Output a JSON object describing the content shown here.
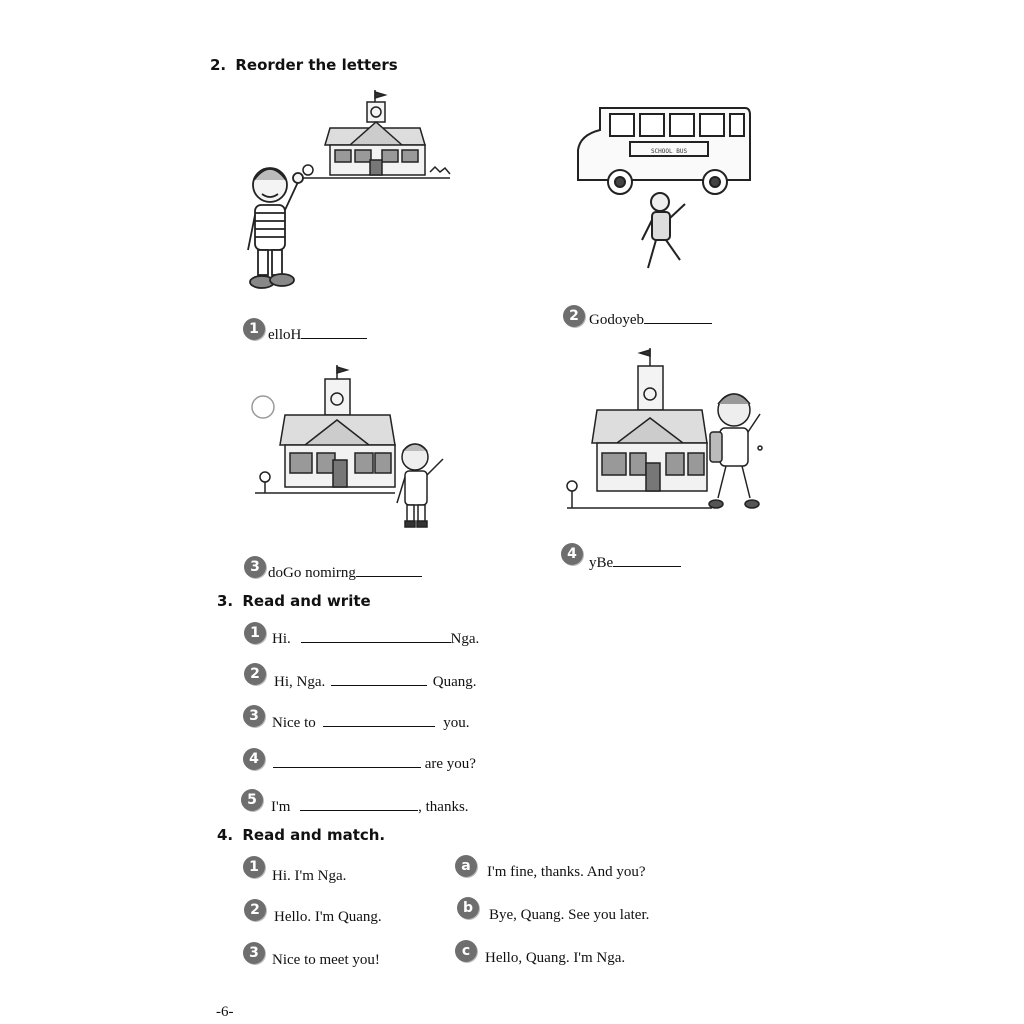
{
  "section2": {
    "number": "2.",
    "title": "Reorder the letters",
    "items": [
      {
        "badge": "1",
        "text": "elloH"
      },
      {
        "badge": "2",
        "text": "Godoyeb"
      },
      {
        "badge": "3",
        "text": "doGo nomirng"
      },
      {
        "badge": "4",
        "text": "yBe"
      }
    ],
    "bus_sign": "SCHOOL BUS"
  },
  "section3": {
    "number": "3.",
    "title": "Read and write",
    "items": [
      {
        "badge": "1",
        "before": "Hi.",
        "after": "Nga."
      },
      {
        "badge": "2",
        "before": "Hi, Nga.",
        "after": "Quang."
      },
      {
        "badge": "3",
        "before": "Nice to",
        "after": "you."
      },
      {
        "badge": "4",
        "before": "",
        "after": "are you?"
      },
      {
        "badge": "5",
        "before": "I'm",
        "after": ", thanks."
      }
    ]
  },
  "section4": {
    "number": "4.",
    "title": "Read and match.",
    "left": [
      {
        "badge": "1",
        "text": "Hi. I'm Nga."
      },
      {
        "badge": "2",
        "text": "Hello. I'm Quang."
      },
      {
        "badge": "3",
        "text": "Nice to meet you!"
      }
    ],
    "right": [
      {
        "badge": "a",
        "text": "I'm fine, thanks. And you?"
      },
      {
        "badge": "b",
        "text": "Bye, Quang. See you later."
      },
      {
        "badge": "c",
        "text": "Hello, Quang. I'm Nga."
      }
    ]
  },
  "page_number": "-6-"
}
